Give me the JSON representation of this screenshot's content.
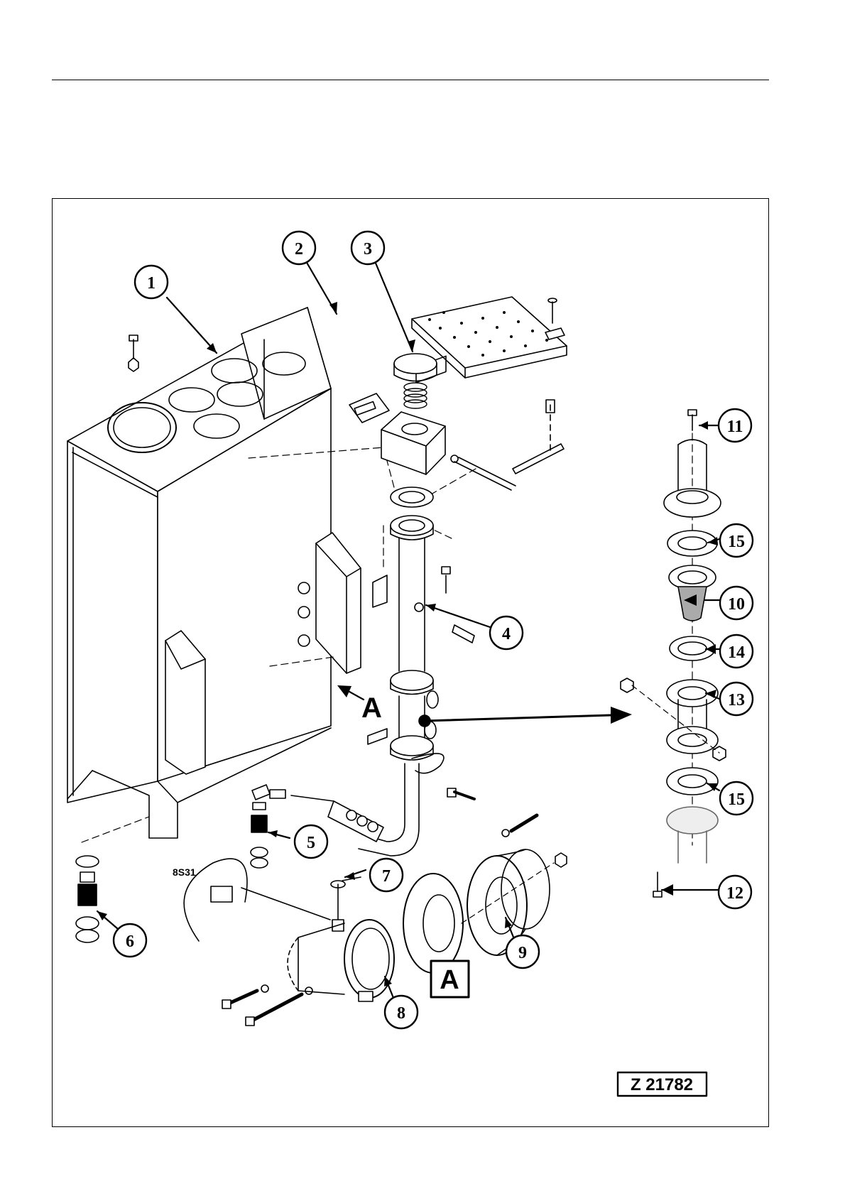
{
  "callouts": [
    "1",
    "2",
    "3",
    "4",
    "5",
    "6",
    "7",
    "8",
    "9",
    "10",
    "11",
    "12",
    "13",
    "14",
    "15",
    "15"
  ],
  "view_marker": "A",
  "detail_label": "A",
  "sensor_label": "8S31",
  "drawing_id": "Z 21782",
  "colors": {
    "ink": "#000000",
    "paper": "#ffffff",
    "mesh": "#888888"
  }
}
